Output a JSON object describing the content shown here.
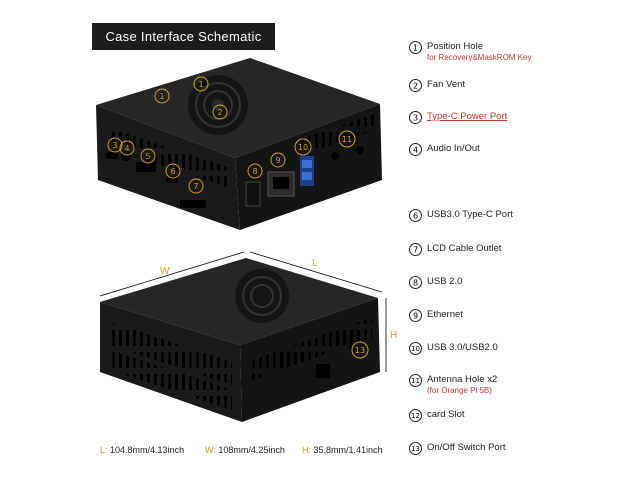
{
  "title": "Case Interface Schematic",
  "legend": [
    {
      "n": "1",
      "label": "Position Hole",
      "sub": "for Recovery&MaskROM Key"
    },
    {
      "n": "2",
      "label": "Fan Vent"
    },
    {
      "n": "3",
      "label": "Type-C Power Port",
      "highlight": true
    },
    {
      "n": "4",
      "label": "Audio In/Out"
    },
    {
      "n": "6",
      "label": "USB3.0 Type-C Port"
    },
    {
      "n": "7",
      "label": "LCD Cable Outlet"
    },
    {
      "n": "8",
      "label": "USB 2.0"
    },
    {
      "n": "9",
      "label": "Ethernet"
    },
    {
      "n": "10",
      "label": "USB 3.0/USB2.0"
    },
    {
      "n": "11",
      "label": "Antenna Hole x2",
      "sub": "(for Orange Pi 5B)"
    },
    {
      "n": "12",
      "label": "card Slot"
    },
    {
      "n": "13",
      "label": "On/Off Switch Port"
    }
  ],
  "dimensions": {
    "L": {
      "key": "L:",
      "value": "104.8mm/4.13inch"
    },
    "W": {
      "key": "W:",
      "value": "108mm/4.25inch"
    },
    "H": {
      "key": "H:",
      "value": "35.8mm/1.41inch"
    }
  },
  "marks": {
    "W": "W",
    "L": "L",
    "H": "H"
  },
  "colors": {
    "accent": "#d4a017",
    "highlight": "#c0392b",
    "banner": "#1c1c1c",
    "case": "#1e1e1e"
  }
}
